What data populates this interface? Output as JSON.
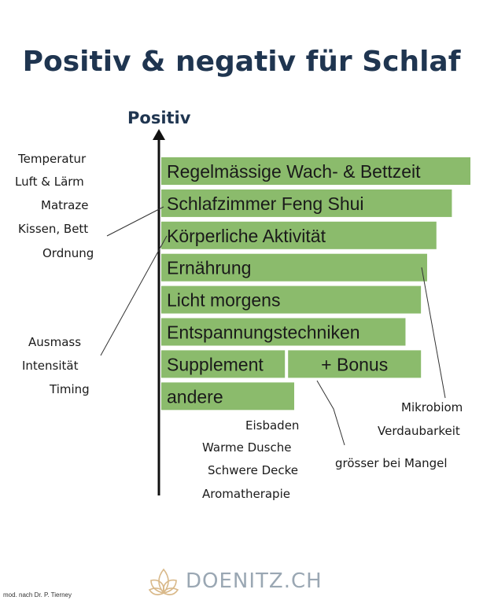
{
  "title": "Positiv & negativ für Schlaf",
  "axis_label": "Positiv",
  "colors": {
    "bar": "#8bbb6c",
    "title": "#1f3550",
    "axis": "#111111"
  },
  "chart_data": {
    "type": "bar",
    "orientation": "horizontal",
    "title": "Positiv & negativ für Schlaf",
    "ylabel": "Positiv",
    "categories": [
      "Regelmässige Wach- & Bettzeit",
      "Schlafzimmer Feng Shui",
      "Körperliche Aktivität",
      "Ernährung",
      "Licht morgens",
      "Entspannungstechniken",
      "Supplement",
      "andere"
    ],
    "values": [
      10,
      9.4,
      8.9,
      8.6,
      8.4,
      7.9,
      4.0,
      4.3
    ],
    "bonus": {
      "label": "+ Bonus",
      "value": 4.3
    },
    "xlim": [
      0,
      10
    ]
  },
  "annotations": {
    "left_top": [
      "Temperatur",
      "Luft & Lärm",
      "Matraze",
      "Kissen, Bett",
      "Ordnung"
    ],
    "left_bottom": [
      "Ausmass",
      "Intensität",
      "Timing"
    ],
    "right": [
      "Mikrobiom",
      "Verdaubarkeit"
    ],
    "bottom_left": [
      "Eisbaden",
      "Warme Dusche",
      "Schwere Decke",
      "Aromatherapie"
    ],
    "bottom_right": "grösser bei Mangel"
  },
  "footer": {
    "note": "mod. nach Dr. P. Tierney",
    "brand": "DOENITZ.CH"
  }
}
